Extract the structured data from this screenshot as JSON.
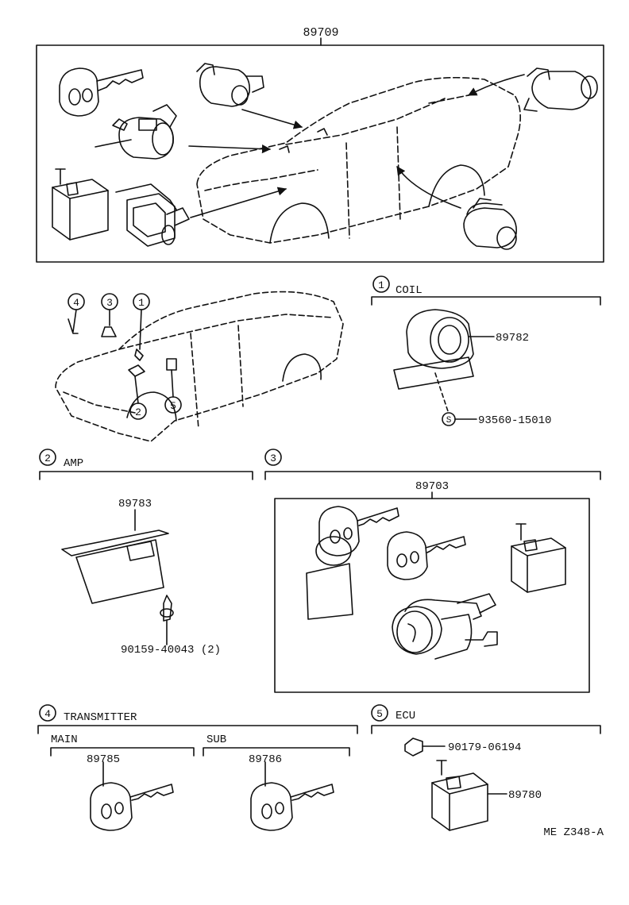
{
  "top_group": {
    "part_no": "89709"
  },
  "coil": {
    "index": "1",
    "title": "COIL",
    "part_no": "89782",
    "screw_mark": "S",
    "screw_part_no": "93560-15010"
  },
  "amp": {
    "index": "2",
    "title": "AMP",
    "part_no": "89783",
    "bolt_part_no": "90159-40043 (2)"
  },
  "kit": {
    "index": "3",
    "part_no": "89703"
  },
  "transmitter": {
    "index": "4",
    "title": "TRANSMITTER",
    "main": {
      "title": "MAIN",
      "part_no": "89785"
    },
    "sub": {
      "title": "SUB",
      "part_no": "89786"
    }
  },
  "ecu": {
    "index": "5",
    "title": "ECU",
    "nut_part_no": "90179-06194",
    "part_no": "89780"
  },
  "location_callouts": [
    "1",
    "2",
    "3",
    "4",
    "5"
  ],
  "drawing_code": "ME Z348-A"
}
